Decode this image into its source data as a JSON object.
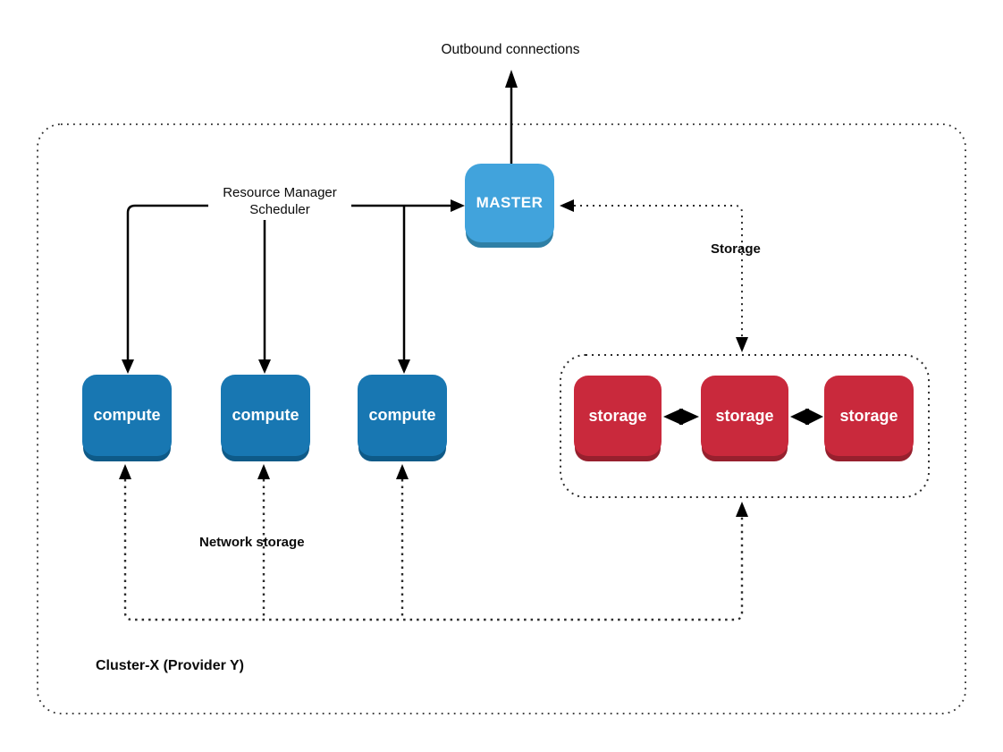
{
  "diagram": {
    "outbound_label": "Outbound connections",
    "resource_manager": {
      "line1": "Resource Manager",
      "line2": "Scheduler"
    },
    "master_label": "MASTER",
    "compute_labels": [
      "compute",
      "compute",
      "compute"
    ],
    "storage_labels": [
      "storage",
      "storage",
      "storage"
    ],
    "storage_link_label": "Storage",
    "network_storage_label": "Network storage",
    "cluster_label": "Cluster-X (Provider Y)",
    "colors": {
      "master_fill": "#41A3DC",
      "master_edge": "#2E7FA5",
      "compute_fill": "#1877B2",
      "compute_edge": "#0E5A88",
      "storage_fill": "#C9293C",
      "storage_edge": "#97202E",
      "line": "#000000",
      "dotted": "#2B2B2B",
      "background": "#FFFFFF"
    }
  }
}
